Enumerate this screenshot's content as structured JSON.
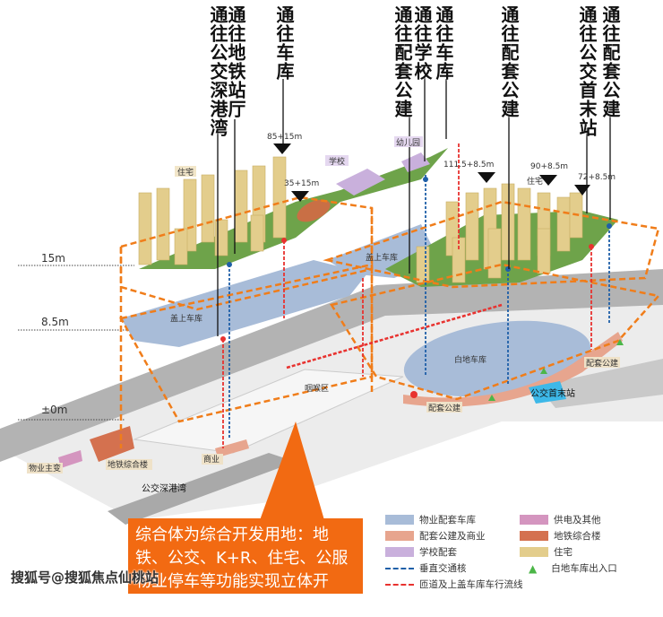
{
  "top_labels": [
    "通往公交深港湾",
    "通往地铁站厅",
    "通往车库",
    "通往配套公建",
    "通往学校",
    "通往车库",
    "通往配套公建",
    "通往公交首末站",
    "通往配套公建"
  ],
  "levels": {
    "l15": "15m",
    "l85": "8.5m",
    "l0": "±0m"
  },
  "map_labels": {
    "residential_left": "住宅",
    "school": "学校",
    "kindergarten": "幼儿园",
    "h_85_15": "85+15m",
    "h_35_15": "35+15m",
    "h_111": "111.5+8.5m",
    "h_90": "90+8.5m",
    "residential_right": "住宅",
    "h_72": "72+8.5m",
    "podium_garage_right": "盖上车库",
    "podium_garage_left": "盖上车库",
    "open_land_garage": "白地车库",
    "throat_area": "咽喉区",
    "facility_1": "配套公建",
    "facility_2": "配套公建",
    "bus_terminal": "公交首末站",
    "substation": "物业主变",
    "metro_building": "地铁综合楼",
    "commercial": "商业",
    "bus_bay": "公交深港湾"
  },
  "callout": "综合体为综合开发用地：地铁、公交、K+R、住宅、公服物业停车等功能实现立体开发。",
  "legend": [
    {
      "label": "物业配套车库",
      "color": "#a8bcd8"
    },
    {
      "label": "配套公建及商业",
      "color": "#e7a58e"
    },
    {
      "label": "学校配套",
      "color": "#c9b0dc"
    },
    {
      "label": "垂直交通核",
      "color": "#1f5fa8"
    },
    {
      "label": "匝道及上盖车库车行流线",
      "color": "#e8322f"
    },
    {
      "label": "供电及其他",
      "color": "#d495bf"
    },
    {
      "label": "地铁综合楼",
      "color": "#d4714f"
    },
    {
      "label": "住宅",
      "color": "#e3cd8c"
    },
    {
      "label": "白地车库出入口",
      "color": "#4cb648"
    }
  ],
  "watermark": "搜狐号@搜狐焦点仙桃站"
}
